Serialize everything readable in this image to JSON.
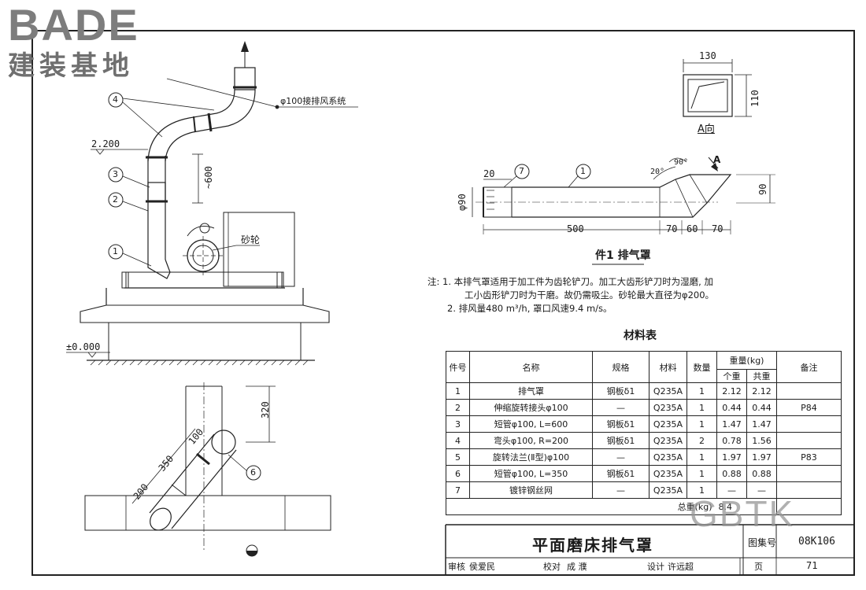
{
  "brand": {
    "logo_latin": "BADE",
    "logo_cn": "建装基地",
    "watermark": "GBTK"
  },
  "elevation_view": {
    "level_upper": "2.200",
    "level_ground": "±0.000",
    "dim_vertical": "~600",
    "system_label": "φ100接排风系统",
    "wheel_label": "砂轮",
    "balloons": [
      "4",
      "3",
      "2",
      "1"
    ]
  },
  "plan_view": {
    "dim_320": "320",
    "dim_100": "100",
    "dim_350": "350",
    "dim_200": "200",
    "balloon": "6"
  },
  "view_a": {
    "dim_width": "130",
    "dim_height": "110",
    "caption": "A向"
  },
  "part1": {
    "dim_20": "20",
    "dim_phi90": "φ90",
    "dim_500": "500",
    "dim_70a": "70",
    "dim_60": "60",
    "dim_70b": "70",
    "dim_90": "90",
    "angle_20": "20°",
    "angle_90": "90°",
    "arrow_label": "A",
    "balloon_7": "7",
    "balloon_1": "1",
    "caption": "件1  排气罩"
  },
  "notes": {
    "line1": "注: 1. 本排气罩适用于加工件为齿轮铲刀。加工大齿形铲刀时为湿磨, 加",
    "line2": "工小齿形铲刀时为干磨。故仍需吸尘。砂轮最大直径为φ200。",
    "line3": "2. 排风量480 m³/h, 罩口风速9.4 m/s。"
  },
  "materials_table": {
    "title": "材料表",
    "headers": {
      "no": "件号",
      "name": "名称",
      "spec": "规格",
      "material": "材料",
      "qty": "数量",
      "weight": "重量(kg)",
      "unit_weight": "个重",
      "total_weight": "共重",
      "remark": "备注"
    },
    "rows": [
      {
        "no": "1",
        "name": "排气罩",
        "spec": "钢板δ1",
        "material": "Q235A",
        "qty": "1",
        "unit": "2.12",
        "total": "2.12",
        "remark": ""
      },
      {
        "no": "2",
        "name": "伸缩旋转接头φ100",
        "spec": "—",
        "material": "Q235A",
        "qty": "1",
        "unit": "0.44",
        "total": "0.44",
        "remark": "P84"
      },
      {
        "no": "3",
        "name": "短管φ100, L=600",
        "spec": "钢板δ1",
        "material": "Q235A",
        "qty": "1",
        "unit": "1.47",
        "total": "1.47",
        "remark": ""
      },
      {
        "no": "4",
        "name": "弯头φ100, R=200",
        "spec": "钢板δ1",
        "material": "Q235A",
        "qty": "2",
        "unit": "0.78",
        "total": "1.56",
        "remark": ""
      },
      {
        "no": "5",
        "name": "旋转法兰(Ⅱ型)φ100",
        "spec": "—",
        "material": "Q235A",
        "qty": "1",
        "unit": "1.97",
        "total": "1.97",
        "remark": "P83"
      },
      {
        "no": "6",
        "name": "短管φ100, L=350",
        "spec": "钢板δ1",
        "material": "Q235A",
        "qty": "1",
        "unit": "0.88",
        "total": "0.88",
        "remark": ""
      },
      {
        "no": "7",
        "name": "镀锌钢丝网",
        "spec": "—",
        "material": "Q235A",
        "qty": "1",
        "unit": "—",
        "total": "—",
        "remark": ""
      }
    ],
    "total_label": "总重(kg)",
    "total_value": "8.4"
  },
  "title_block": {
    "drawing_title": "平面磨床排气罩",
    "atlas_label": "图集号",
    "atlas_no": "08K106",
    "review_label": "审核",
    "reviewer": "侯爱民",
    "check_label": "校对",
    "checker": "成  濮",
    "design_label": "设计",
    "designer": "许远超",
    "page_label": "页",
    "page_no": "71"
  }
}
